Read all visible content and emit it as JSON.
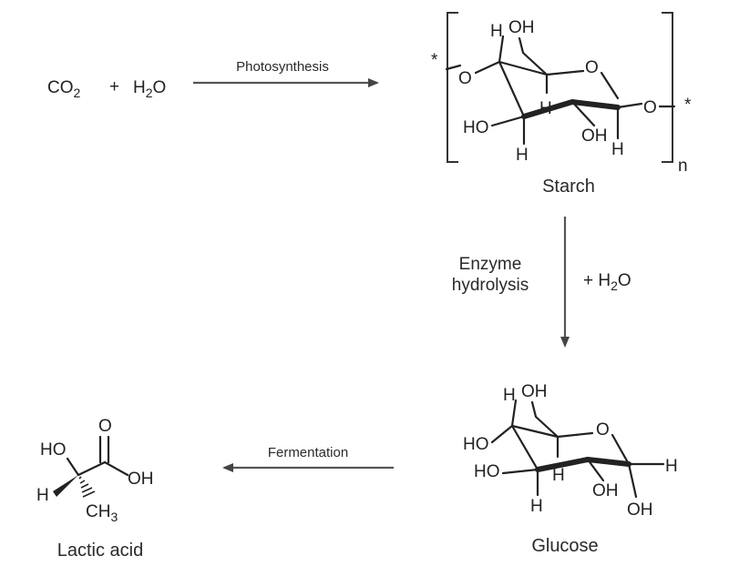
{
  "reactants": {
    "co2": "CO",
    "co2_sub": "2",
    "plus": "+",
    "h2o": "H",
    "h2o_sub": "2",
    "h2o_o": "O"
  },
  "arrows": {
    "photosynthesis": "Photosynthesis",
    "enzyme_line1": "Enzyme",
    "enzyme_line2": "hydrolysis",
    "water_plus": "+ H",
    "water_sub": "2",
    "water_o": "O",
    "fermentation": "Fermentation"
  },
  "compounds": {
    "starch": "Starch",
    "glucose": "Glucose",
    "lactic_acid": "Lactic acid",
    "repeat_n": "n",
    "star": "*"
  },
  "atoms": {
    "H": "H",
    "OH": "OH",
    "HO": "HO",
    "O": "O",
    "CH3": "CH",
    "CH3_sub": "3"
  }
}
